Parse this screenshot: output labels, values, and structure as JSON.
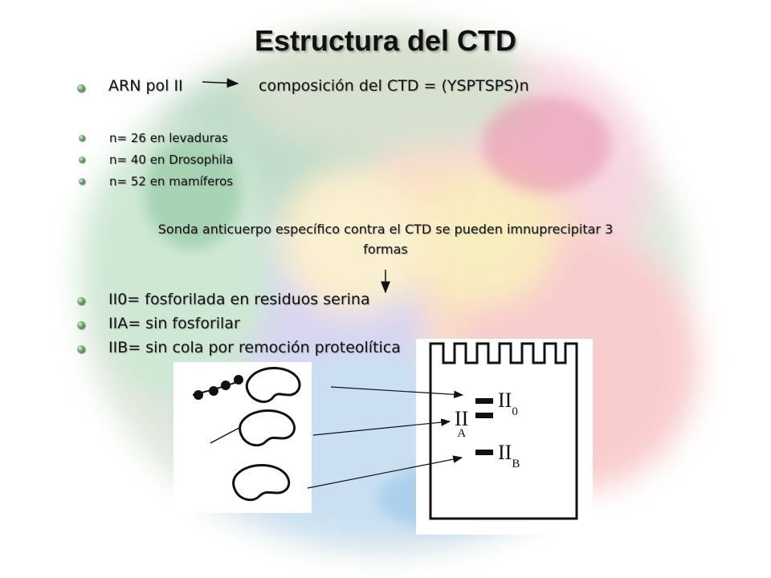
{
  "slide": {
    "title": "Estructura del CTD",
    "line1_a": "ARN pol II",
    "line1_b": "composición del CTD = (YSPTSPS)n",
    "n_items": [
      "n= 26 en levaduras",
      "n= 40 en Drosophila",
      "n= 52 en mamíferos"
    ],
    "sonda_line1": "Sonda anticuerpo específico contra el CTD se pueden imnuprecipitar 3",
    "sonda_line2": "formas",
    "forms": [
      "II0= fosforilada en residuos serina",
      "IIA= sin fosforilar",
      "IIB= sin cola por remoción proteolítica"
    ]
  },
  "gel": {
    "label_II": "II",
    "sub_0": "0",
    "sub_A": "A",
    "sub_B": "B"
  },
  "colors": {
    "bullet": "#4f8f4f",
    "text": "#111111"
  }
}
